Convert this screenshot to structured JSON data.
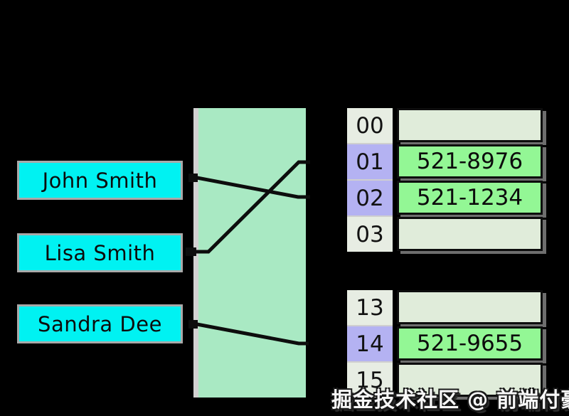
{
  "diagram": {
    "title_visible": false,
    "keys": [
      {
        "label": "John Smith"
      },
      {
        "label": "Lisa Smith"
      },
      {
        "label": "Sandra Dee"
      }
    ],
    "hash_box": {
      "description": "hash-function-box (unlabeled green rectangle)"
    },
    "mappings": [
      {
        "key": "John Smith",
        "bucket": "02"
      },
      {
        "key": "Lisa Smith",
        "bucket": "01"
      },
      {
        "key": "Sandra Dee",
        "bucket": "14"
      }
    ],
    "buckets_top": [
      {
        "index": "00",
        "value": "",
        "highlight": false
      },
      {
        "index": "01",
        "value": "521-8976",
        "highlight": true
      },
      {
        "index": "02",
        "value": "521-1234",
        "highlight": true
      },
      {
        "index": "03",
        "value": "",
        "highlight": false
      }
    ],
    "buckets_bottom": [
      {
        "index": "13",
        "value": "",
        "highlight": false
      },
      {
        "index": "14",
        "value": "521-9655",
        "highlight": true
      },
      {
        "index": "15",
        "value": "",
        "highlight": false
      }
    ],
    "watermark": "掘金技术社区 @ 前端付豪军",
    "colors": {
      "background": "#000000",
      "key_box_fill": "#00f2f2",
      "key_box_border": "#a9a9a9",
      "hash_box_fill": "#a9e9c3",
      "hash_box_edge": "#d2d2d2",
      "index_highlight": "#b4b2f2",
      "index_plain": "#e7ede3",
      "value_filled": "#93f795",
      "value_empty": "#e0ecda",
      "line_color": "#0d0d0d",
      "watermark_color": "#f8f8f8"
    }
  }
}
